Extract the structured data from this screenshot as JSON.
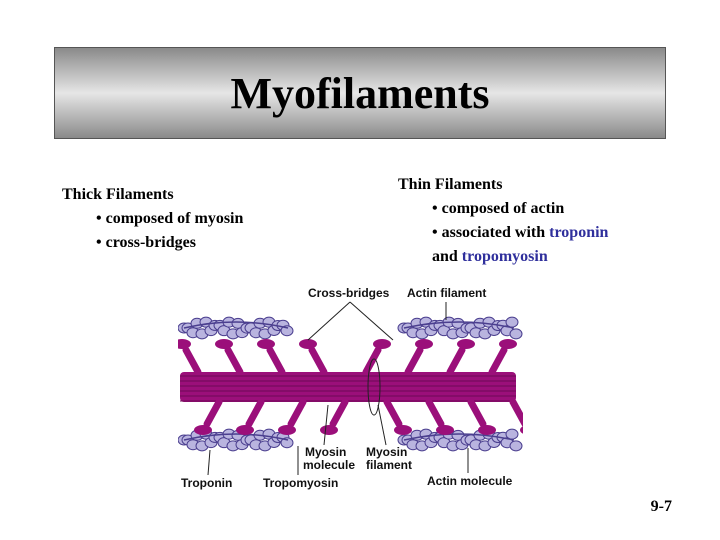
{
  "title": "Myofilaments",
  "thick": {
    "heading": "Thick Filaments",
    "bullets": [
      "• composed of myosin",
      "• cross-bridges"
    ]
  },
  "thin": {
    "heading": "Thin Filaments",
    "b1": "• composed of actin",
    "b2_prefix": "• associated with ",
    "b2_term": "troponin",
    "b3_prefix": "and ",
    "b3_term": "tropomyosin"
  },
  "diagram": {
    "labels": {
      "cross_bridges": "Cross-bridges",
      "actin_filament": "Actin filament",
      "myosin_molecule_1": "Myosin",
      "myosin_molecule_2": "molecule",
      "myosin_filament_1": "Myosin",
      "myosin_filament_2": "filament",
      "troponin": "Troponin",
      "tropomyosin": "Tropomyosin",
      "actin_molecule": "Actin molecule"
    },
    "colors": {
      "myosin": "#9b0f7a",
      "actin_bead": "#b9b4df",
      "actin_edge": "#4b3f8f"
    }
  },
  "slide_number": "9-7"
}
